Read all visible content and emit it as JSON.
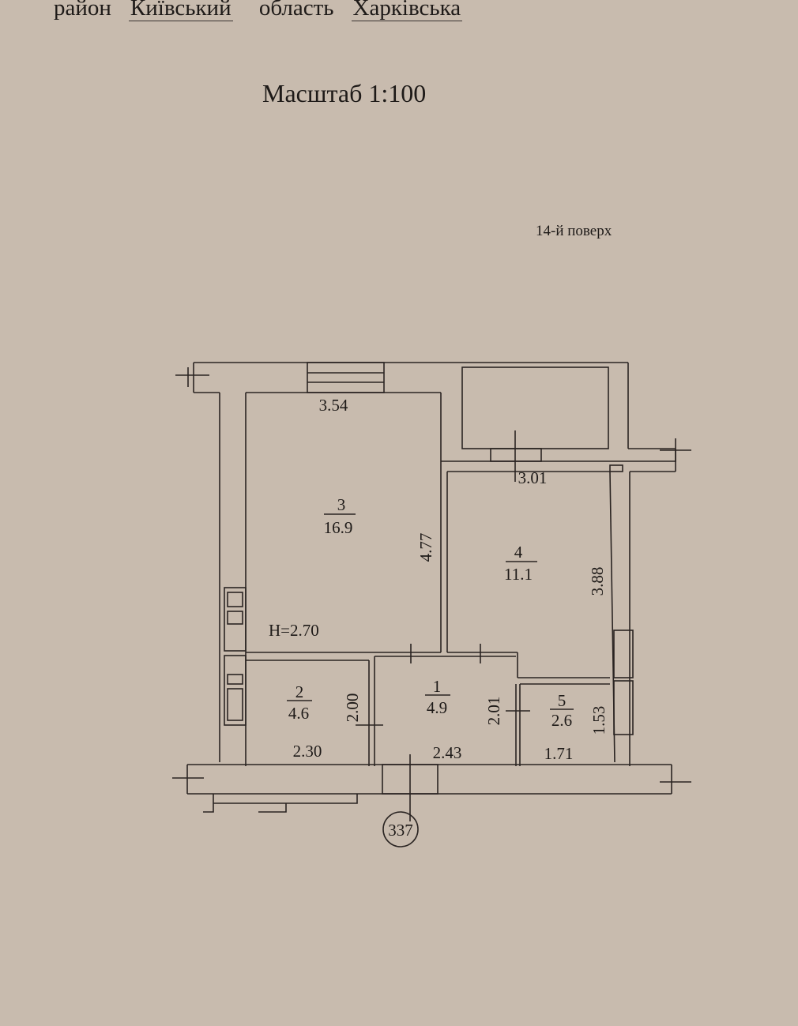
{
  "header": {
    "district_label": "район",
    "district_value": "Київський",
    "region_label": "область",
    "region_value": "Харківська"
  },
  "scale": "Масштаб 1:100",
  "floor": "14-й поверх",
  "plan": {
    "ceiling_height": "H=2.70",
    "building_number": "337",
    "rooms": [
      {
        "number": "1",
        "area": "4.9",
        "width": "2.43",
        "length": "2.01"
      },
      {
        "number": "2",
        "area": "4.6",
        "width": "2.30",
        "length": "2.00"
      },
      {
        "number": "3",
        "area": "16.9",
        "width": "3.54",
        "length": "4.77"
      },
      {
        "number": "4",
        "area": "11.1",
        "width": "3.01",
        "length": "3.88"
      },
      {
        "number": "5",
        "area": "2.6",
        "width": "1.71",
        "length": "1.53"
      }
    ]
  }
}
